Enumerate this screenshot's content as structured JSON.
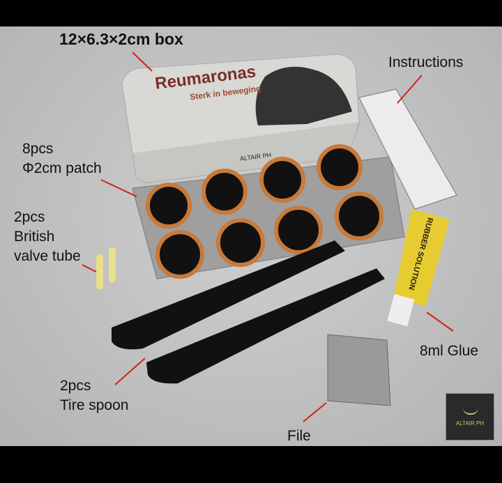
{
  "labels": {
    "box": "12×6.3×2cm box",
    "instructions": "Instructions",
    "patch": "8pcs\nΦ2cm patch",
    "valve": "2pcs\nBritish\nvalve tube",
    "glue": "8ml Glue",
    "spoon": "2pcs\nTire spoon",
    "file": "File"
  },
  "product": {
    "brand": "Reumaronas",
    "slogan": "Sterk in beweging",
    "watermark": "ALTAIR PH",
    "glue_text": "RUBBER SOLUTION"
  },
  "logo": {
    "text": "ALTAIR PH"
  },
  "colors": {
    "arrow": "#d0201c",
    "background": "#c2c2c2",
    "patch_rim": "#c87a3a"
  }
}
